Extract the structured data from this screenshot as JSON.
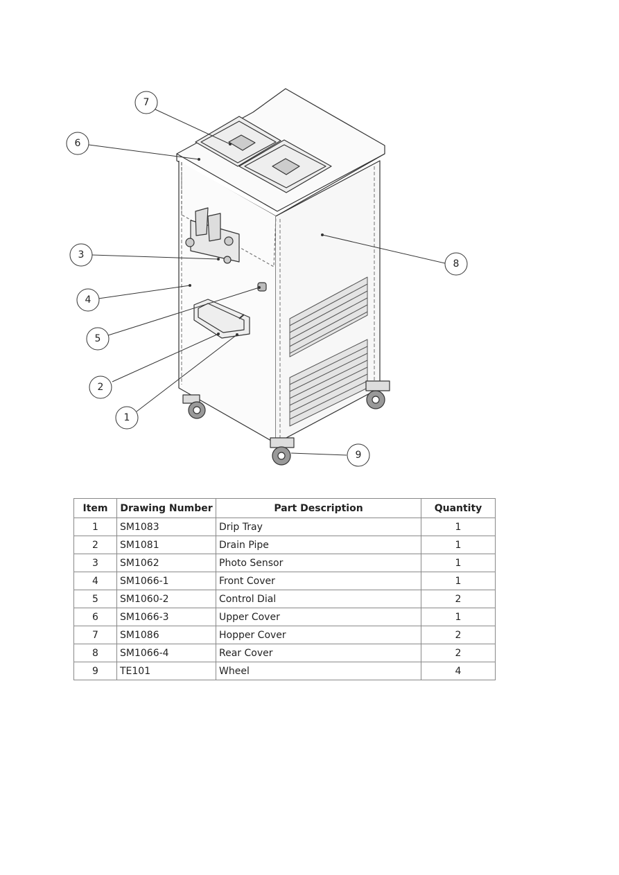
{
  "callouts": [
    "7",
    "6",
    "3",
    "8",
    "4",
    "5",
    "2",
    "1",
    "9"
  ],
  "table": {
    "headers": [
      "Item",
      "Drawing Number",
      "Part Description",
      "Quantity"
    ],
    "rows": [
      [
        "1",
        "SM1083",
        "Drip Tray",
        "1"
      ],
      [
        "2",
        "SM1081",
        "Drain Pipe",
        "1"
      ],
      [
        "3",
        "SM1062",
        "Photo Sensor",
        "1"
      ],
      [
        "4",
        "SM1066-1",
        "Front Cover",
        "1"
      ],
      [
        "5",
        "SM1060-2",
        "Control Dial",
        "2"
      ],
      [
        "6",
        "SM1066-3",
        "Upper Cover",
        "1"
      ],
      [
        "7",
        "SM1086",
        "Hopper Cover",
        "2"
      ],
      [
        "8",
        "SM1066-4",
        "Rear Cover",
        "2"
      ],
      [
        "9",
        "TE101",
        "Wheel",
        "4"
      ]
    ]
  }
}
